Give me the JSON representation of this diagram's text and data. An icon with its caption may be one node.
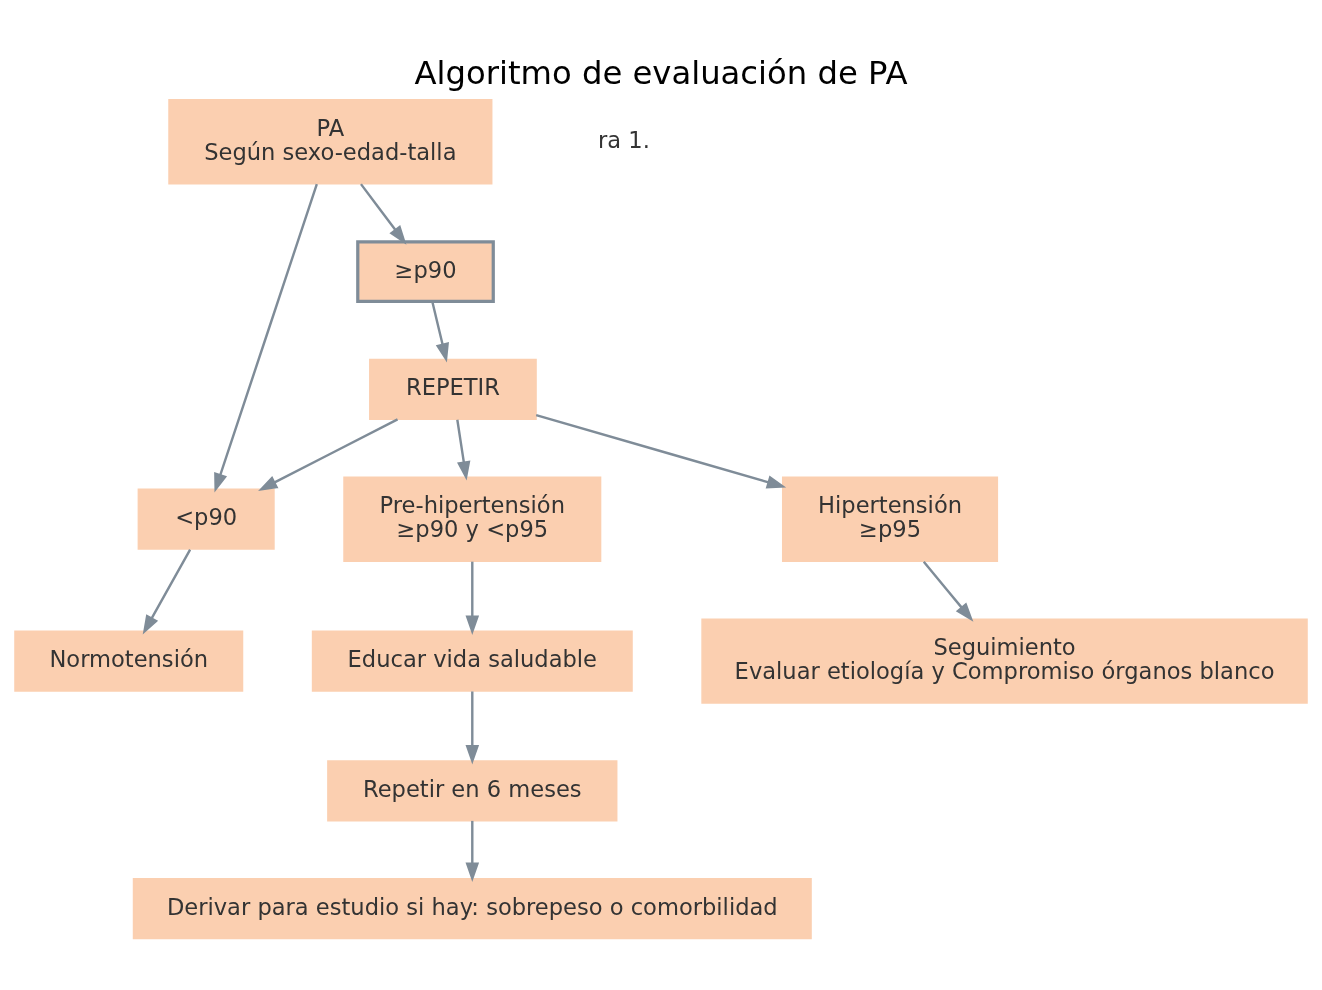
{
  "diagram": {
    "title": "Algoritmo de evaluación de PA",
    "nodes": [
      {
        "text": [
          "PA",
          "Según sexo-edad-talla"
        ]
      },
      {
        "text": [
          "<p90"
        ]
      },
      {
        "text": [
          "≥p90"
        ]
      },
      {
        "text": [
          "REPETIR"
        ]
      },
      {
        "text": [
          "Normotensión"
        ]
      },
      {
        "text": [
          "Pre-hipertensión",
          "≥p90 y <p95"
        ]
      },
      {
        "text": [
          "Hipertensión",
          "≥p95"
        ]
      },
      {
        "text": [
          "Educar vida saludable"
        ]
      },
      {
        "text": [
          "Repetir en 6 meses"
        ]
      },
      {
        "text": [
          "Derivar para estudio si hay: sobrepeso o comorbilidad"
        ]
      },
      {
        "text": [
          "Seguimiento",
          "Evaluar etiología y Compromiso órganos blanco"
        ]
      }
    ],
    "edges": [
      {
        "from": 0,
        "to": 1,
        "arrow": "to"
      },
      {
        "from": 0,
        "to": 2,
        "arrow": "to"
      },
      {
        "from": 2,
        "to": 3,
        "arrow": "to"
      },
      {
        "from": 3,
        "to": 1,
        "arrow": "to"
      },
      {
        "from": 1,
        "to": 4,
        "arrow": "to"
      },
      {
        "from": 3,
        "to": 5,
        "arrow": "to"
      },
      {
        "from": 3,
        "to": 6,
        "arrow": "to"
      },
      {
        "from": 5,
        "to": 7,
        "arrow": "to"
      },
      {
        "from": 6,
        "to": 10,
        "arrow": "to"
      },
      {
        "from": 7,
        "to": 8,
        "arrow": "to"
      },
      {
        "from": 8,
        "to": 9,
        "arrow": "to"
      }
    ],
    "labels": [
      "ra 1."
    ]
  }
}
